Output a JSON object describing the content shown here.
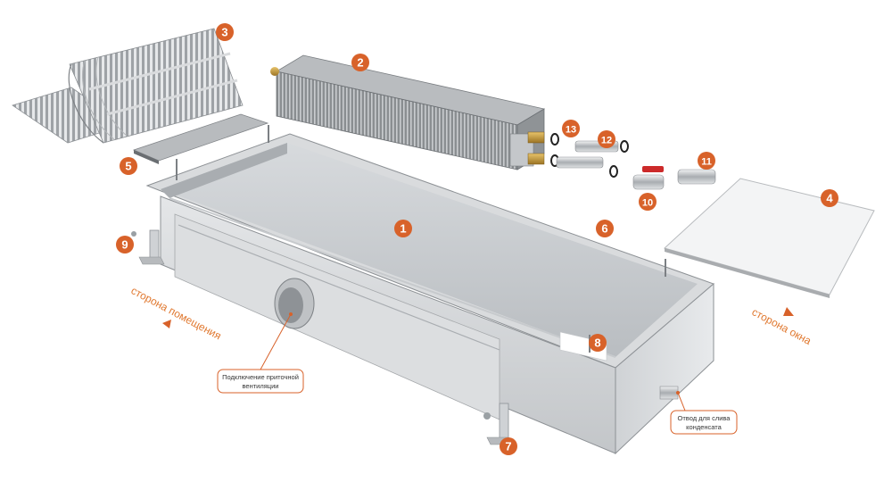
{
  "accent_color": "#d8622a",
  "callouts": [
    {
      "number": "1",
      "icon": "orange-circle"
    },
    {
      "number": "2",
      "icon": "orange-circle"
    },
    {
      "number": "3",
      "icon": "orange-circle"
    },
    {
      "number": "4",
      "icon": "orange-circle"
    },
    {
      "number": "5",
      "icon": "orange-circle"
    },
    {
      "number": "6",
      "icon": "orange-circle"
    },
    {
      "number": "7",
      "icon": "orange-circle"
    },
    {
      "number": "8",
      "icon": "orange-circle"
    },
    {
      "number": "9",
      "icon": "orange-circle"
    },
    {
      "number": "10",
      "icon": "orange-circle"
    },
    {
      "number": "11",
      "icon": "orange-circle"
    },
    {
      "number": "12",
      "icon": "orange-circle"
    },
    {
      "number": "13",
      "icon": "orange-circle"
    }
  ],
  "side_labels": {
    "room_side": "сторона помещения",
    "window_side": "сторона окна"
  },
  "notes": {
    "ventilation_line1": "Подключение приточной",
    "ventilation_line2": "вентиляции",
    "drain_line1": "Отвод для слива",
    "drain_line2": "конденсата"
  }
}
